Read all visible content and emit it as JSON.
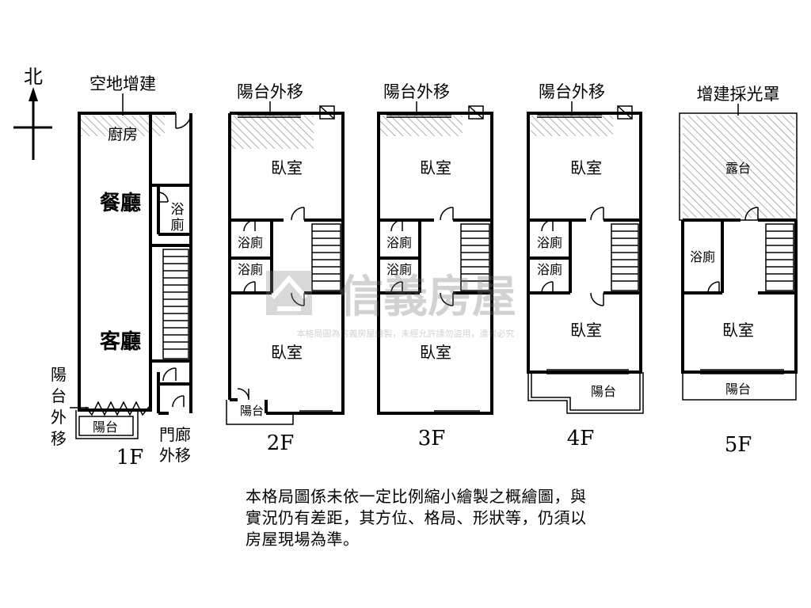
{
  "compass": {
    "north": "北"
  },
  "floors": {
    "f1": {
      "label": "1F",
      "annex": "空地增建",
      "kitchen": "廚房",
      "dining": "餐廳",
      "living": "客廳",
      "bath": [
        "浴",
        "廁"
      ],
      "balcony_shift": [
        "陽",
        "台",
        "外",
        "移"
      ],
      "balcony": "陽台",
      "porch_shift": [
        "門廊",
        "外移"
      ]
    },
    "f2": {
      "label": "2F",
      "balcony_shift": "陽台外移",
      "bedroom_top": "臥室",
      "bath1": "浴廁",
      "bath2": "浴廁",
      "bedroom_bottom": "臥室",
      "balcony": "陽台"
    },
    "f3": {
      "label": "3F",
      "balcony_shift": "陽台外移",
      "bedroom_top": "臥室",
      "bath1": "浴廁",
      "bath2": "浴廁",
      "bedroom_bottom": "臥室"
    },
    "f4": {
      "label": "4F",
      "balcony_shift": "陽台外移",
      "bedroom_top": "臥室",
      "bath1": "浴廁",
      "bath2": "浴廁",
      "bedroom_bottom": "臥室",
      "balcony": "陽台"
    },
    "f5": {
      "label": "5F",
      "skylight": "增建採光罩",
      "terrace": "露台",
      "bath": "浴廁",
      "bedroom": "臥室",
      "balcony": "陽台"
    }
  },
  "watermark": {
    "brand": "信義房屋",
    "notice": "本格局圖為信義房屋繪製，未經允許請勿盜用，違者必究"
  },
  "note": {
    "lines": [
      "本格局圖係未依一定比例縮小繪製之概繪圖，與",
      "實況仍有差距，其方位、格局、形狀等，仍須以",
      "房屋現場為準。"
    ]
  }
}
